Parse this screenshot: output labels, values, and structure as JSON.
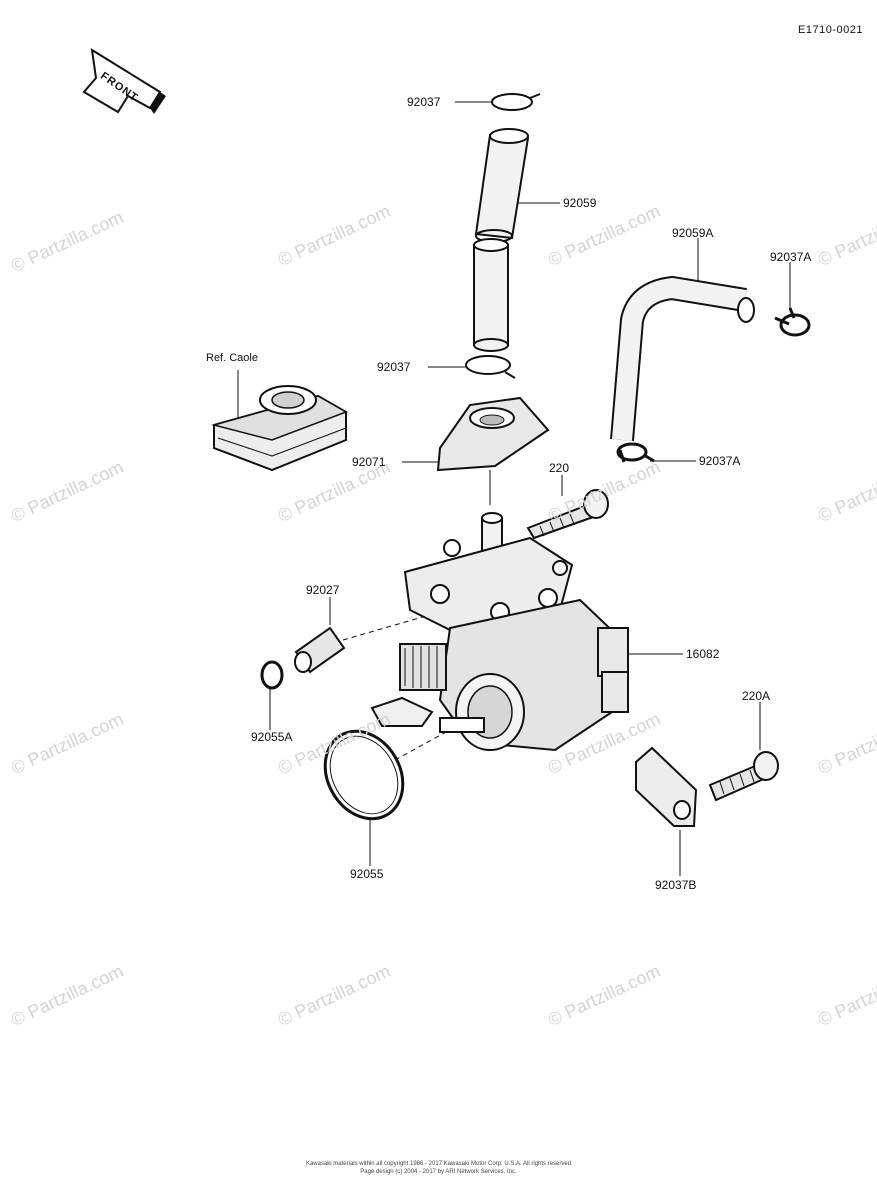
{
  "diagram_code": "E1710-0021",
  "front_label": "FRONT",
  "ref_label": "Ref.  Caole",
  "watermark": "© Partzilla.com",
  "footer": {
    "line1": "Kawasaki materials within all copyright 1986 - 2017 Kawasaki Motor Corp. U.S.A.  All rights reserved",
    "line2": "Page design (c) 2004 - 2017 by ARI Network Services, Inc."
  },
  "parts": {
    "p92037_top": "92037",
    "p92059": "92059",
    "p92059A": "92059A",
    "p92037A_top": "92037A",
    "p92037_mid": "92037",
    "p92071": "92071",
    "p92037A_mid": "92037A",
    "p220": "220",
    "p92027": "92027",
    "p16082": "16082",
    "p92055A": "92055A",
    "p220A": "220A",
    "p92055": "92055",
    "p92037B": "92037B"
  }
}
